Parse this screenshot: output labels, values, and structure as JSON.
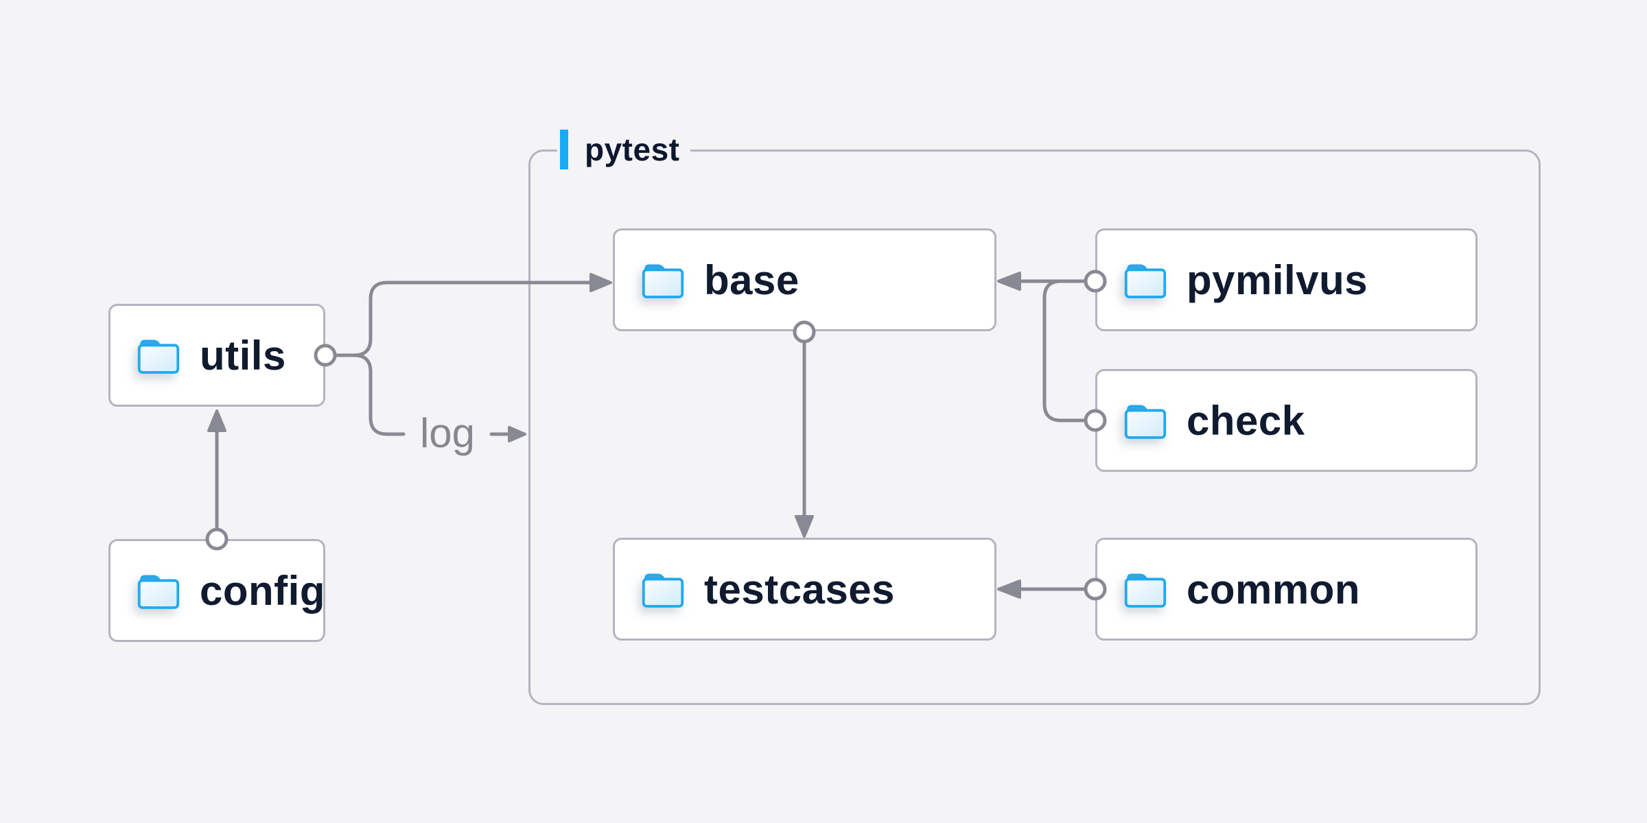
{
  "group": {
    "label": "pytest"
  },
  "nodes": {
    "utils": {
      "label": "utils"
    },
    "config": {
      "label": "config"
    },
    "base": {
      "label": "base"
    },
    "testcases": {
      "label": "testcases"
    },
    "pymilvus": {
      "label": "pymilvus"
    },
    "check": {
      "label": "check"
    },
    "common": {
      "label": "common"
    }
  },
  "edge_labels": {
    "log": "log"
  },
  "edges": [
    {
      "from": "config",
      "to": "utils"
    },
    {
      "from": "utils",
      "to": "base"
    },
    {
      "from": "utils",
      "to": "log-branch",
      "label": "log"
    },
    {
      "from": "pymilvus",
      "to": "base"
    },
    {
      "from": "check",
      "to": "base"
    },
    {
      "from": "base",
      "to": "testcases"
    },
    {
      "from": "common",
      "to": "testcases"
    }
  ],
  "colors": {
    "background": "#f4f4f6",
    "box_fill": "#ffffff",
    "border_gray": "#b4b4c0",
    "line_gray": "#898994",
    "text_dark": "#101b30",
    "muted_label_gray": "#87878f",
    "accent_blue": "#18aaf4",
    "folder_blue": "#1fa9ef"
  }
}
